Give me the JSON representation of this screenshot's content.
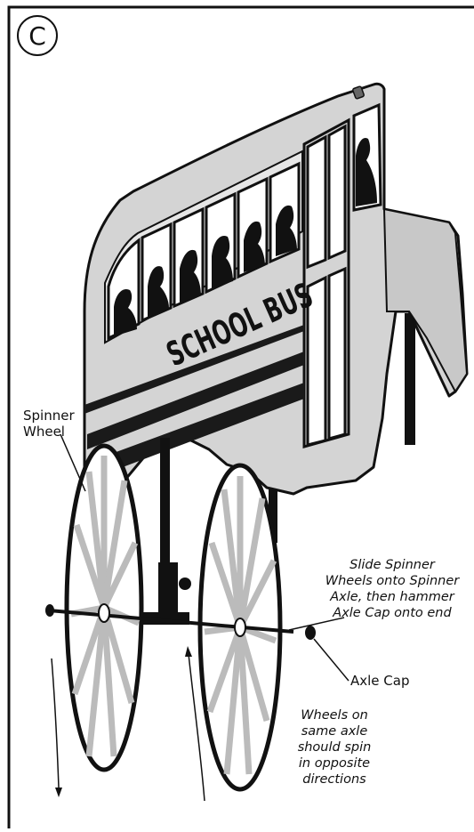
{
  "panel_letter": "C",
  "bus_sign": "SCHOOL BUS",
  "labels": {
    "spinner_wheel": [
      "Spinner",
      "Wheel"
    ],
    "instruction": [
      "Slide Spinner",
      "Wheels onto Spinner",
      "Axle, then hammer",
      "Axle Cap onto end"
    ],
    "axle_cap": "Axle Cap",
    "note": [
      "Wheels on",
      "same axle",
      "should spin",
      "in opposite",
      "directions"
    ]
  },
  "colors": {
    "bus_body": "#d4d4d4",
    "ink": "#111111",
    "stripe": "#1a1a1a"
  }
}
